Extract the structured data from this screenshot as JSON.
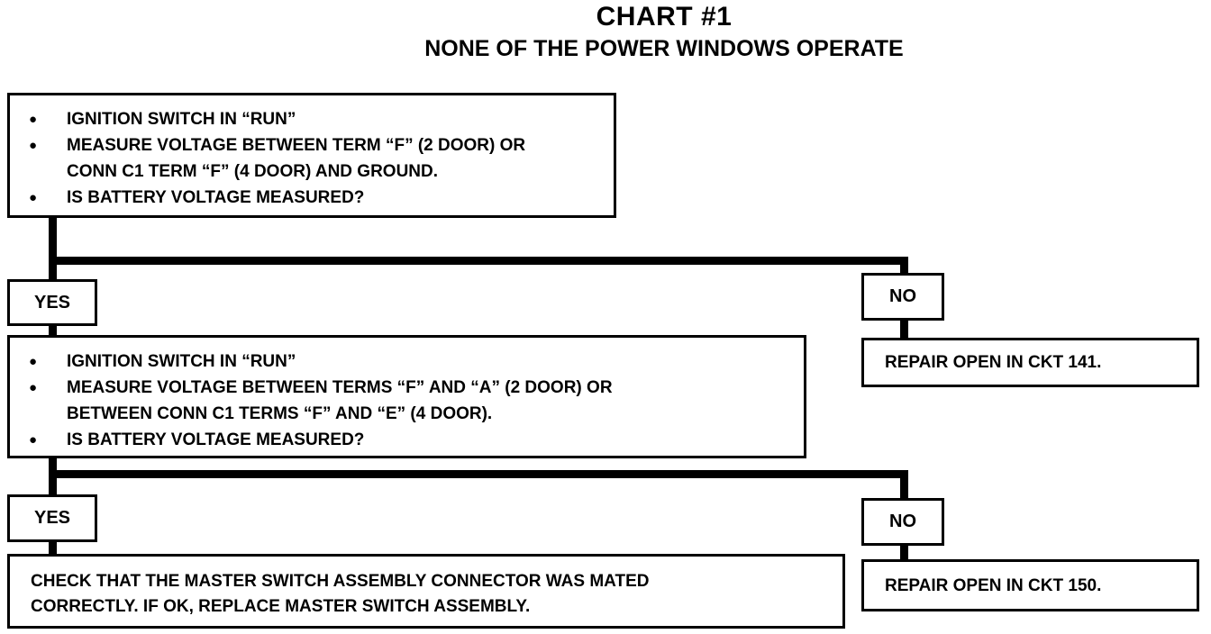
{
  "chart": {
    "title": "CHART #1",
    "subtitle": "NONE OF THE POWER WINDOWS OPERATE"
  },
  "step1": {
    "items": [
      "IGNITION SWITCH IN “RUN”",
      "MEASURE VOLTAGE BETWEEN TERM “F” (2 DOOR) OR CONN C1 TERM “F” (4 DOOR) AND GROUND.",
      "IS BATTERY VOLTAGE MEASURED?"
    ],
    "yes_label": "YES",
    "no_label": "NO",
    "no_action": "REPAIR OPEN IN CKT 141."
  },
  "step2": {
    "items": [
      "IGNITION SWITCH IN “RUN”",
      "MEASURE VOLTAGE BETWEEN TERMS “F” AND “A” (2 DOOR) OR BETWEEN CONN C1 TERMS “F” AND “E” (4 DOOR).",
      "IS BATTERY VOLTAGE MEASURED?"
    ],
    "yes_label": "YES",
    "no_label": "NO",
    "yes_action": "CHECK THAT THE MASTER SWITCH ASSEMBLY CONNECTOR WAS MATED CORRECTLY.  IF OK, REPLACE MASTER SWITCH ASSEMBLY.",
    "no_action": "REPAIR OPEN IN CKT 150."
  }
}
